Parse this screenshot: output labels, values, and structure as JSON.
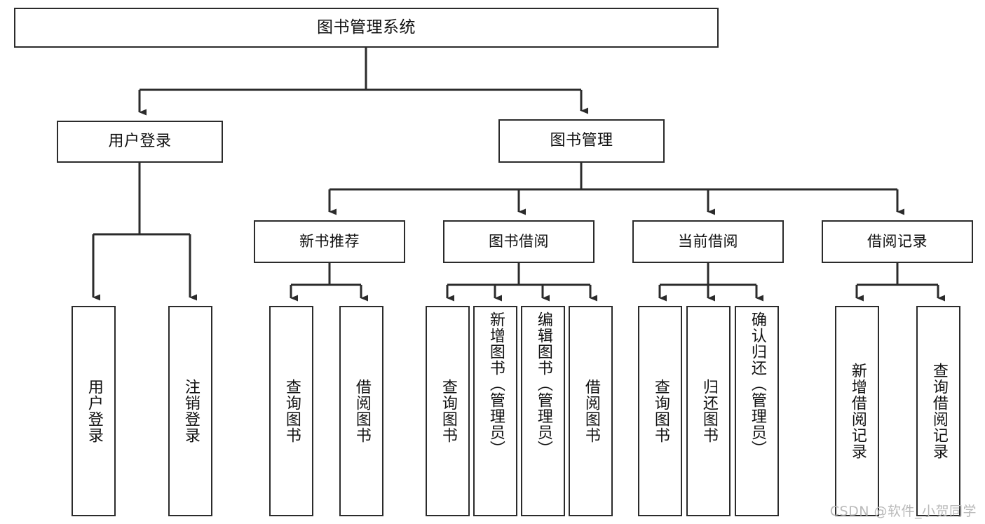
{
  "diagram": {
    "title": "图书管理系统",
    "watermark": "CSDN @软件_小贺同学",
    "stroke_color": "#2b2b2b",
    "background_color": "#ffffff",
    "text_color": "#111111",
    "root": {
      "label": "图书管理系统"
    },
    "level2": [
      {
        "label": "用户登录"
      },
      {
        "label": "图书管理"
      }
    ],
    "level3": [
      {
        "label": "新书推荐"
      },
      {
        "label": "图书借阅"
      },
      {
        "label": "当前借阅"
      },
      {
        "label": "借阅记录"
      }
    ],
    "leaves": {
      "user_login": [
        {
          "label": "用户登录"
        },
        {
          "label": "注销登录"
        }
      ],
      "new_book_recommend": [
        {
          "label": "查询图书"
        },
        {
          "label": "借阅图书"
        }
      ],
      "book_borrow": [
        {
          "label": "查询图书"
        },
        {
          "label": "新增图书（管理员）"
        },
        {
          "label": "编辑图书（管理员）"
        },
        {
          "label": "借阅图书"
        }
      ],
      "current_borrow": [
        {
          "label": "查询图书"
        },
        {
          "label": "归还图书"
        },
        {
          "label": "确认归还（管理员）"
        }
      ],
      "borrow_record": [
        {
          "label": "新增借阅记录"
        },
        {
          "label": "查询借阅记录"
        }
      ]
    }
  }
}
